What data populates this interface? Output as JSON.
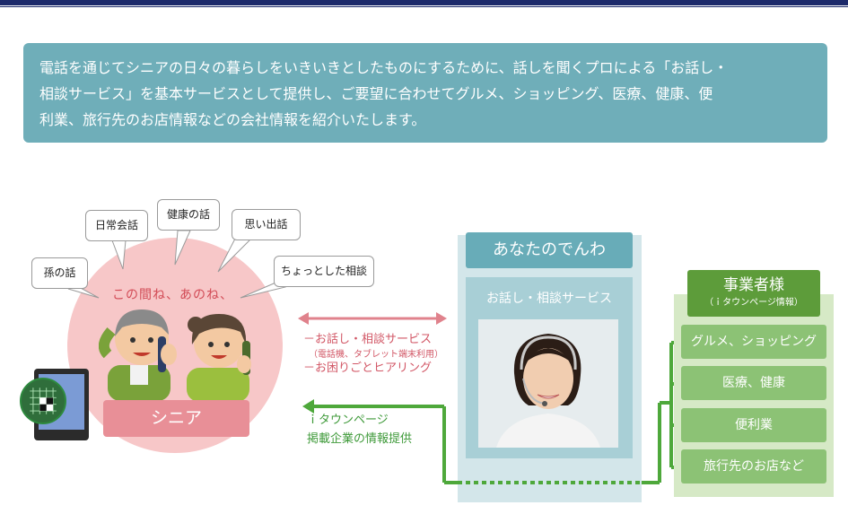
{
  "intro": {
    "line1": "電話を通じてシニアの日々の暮らしをいきいきとしたものにするために、話しを聞くプロによる「お話し・",
    "line2": "相談サービス」を基本サービスとして提供し、ご要望に合わせてグルメ、ショッピング、医療、健康、便",
    "line3": "利業、旅行先のお店情報などの会社情報を紹介いたします。"
  },
  "bubbles": {
    "b1": "孫の話",
    "b2": "日常会話",
    "b3": "健康の話",
    "b4": "思い出話",
    "b5": "ちょっとした相談"
  },
  "senior": {
    "tagline": "この間ね、あのね、",
    "label": "シニア"
  },
  "flow": {
    "service_line1": "－お話し・相談サービス",
    "service_line2": "（電話機、タブレット端末利用）",
    "service_line3": "－お困りごとヒアリング",
    "info_line1": "ｉタウンページ",
    "info_line2": "掲載企業の情報提供"
  },
  "phone": {
    "title": "あなたのでんわ",
    "subtitle": "お話し・相談サービス"
  },
  "business": {
    "title": "事業者様",
    "subtitle": "（ｉタウンページ情報）",
    "items": [
      "グルメ、ショッピング",
      "医療、健康",
      "便利業",
      "旅行先のお店など"
    ]
  },
  "colors": {
    "intro_bg": "#6faeb9",
    "senior_pink": "#f7c7c8",
    "senior_label": "#e88f97",
    "phone_title": "#68acb8",
    "business_green": "#5d9c3a",
    "business_item": "#8cc275",
    "flow_green": "#4ea83b",
    "flow_pink": "#e0828c"
  }
}
